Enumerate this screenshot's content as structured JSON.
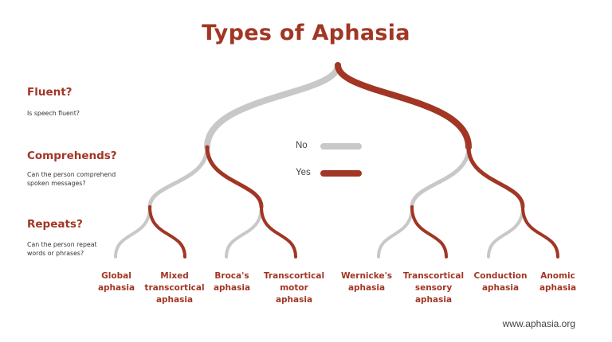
{
  "title": "Types of Aphasia",
  "questions": [
    {
      "title": "Fluent?",
      "subtitle": "Is speech fluent?"
    },
    {
      "title": "Comprehends?",
      "subtitle": "Can the person comprehend spoken messages?"
    },
    {
      "title": "Repeats?",
      "subtitle": "Can the person repeat words or phrases?"
    }
  ],
  "legend": [
    {
      "label": "No",
      "color": "#c8c8c8"
    },
    {
      "label": "Yes",
      "color": "#a13624"
    }
  ],
  "leaves": [
    "Global aphasia",
    "Mixed transcortical aphasia",
    "Broca's aphasia",
    "Transcortical motor aphasia",
    "Wernicke's aphasia",
    "Transcortical sensory aphasia",
    "Conduction aphasia",
    "Anomic aphasia"
  ],
  "footer": "www.aphasia.org",
  "colors": {
    "yes": "#a13624",
    "no": "#c8c8c8",
    "text": "#a13624"
  }
}
